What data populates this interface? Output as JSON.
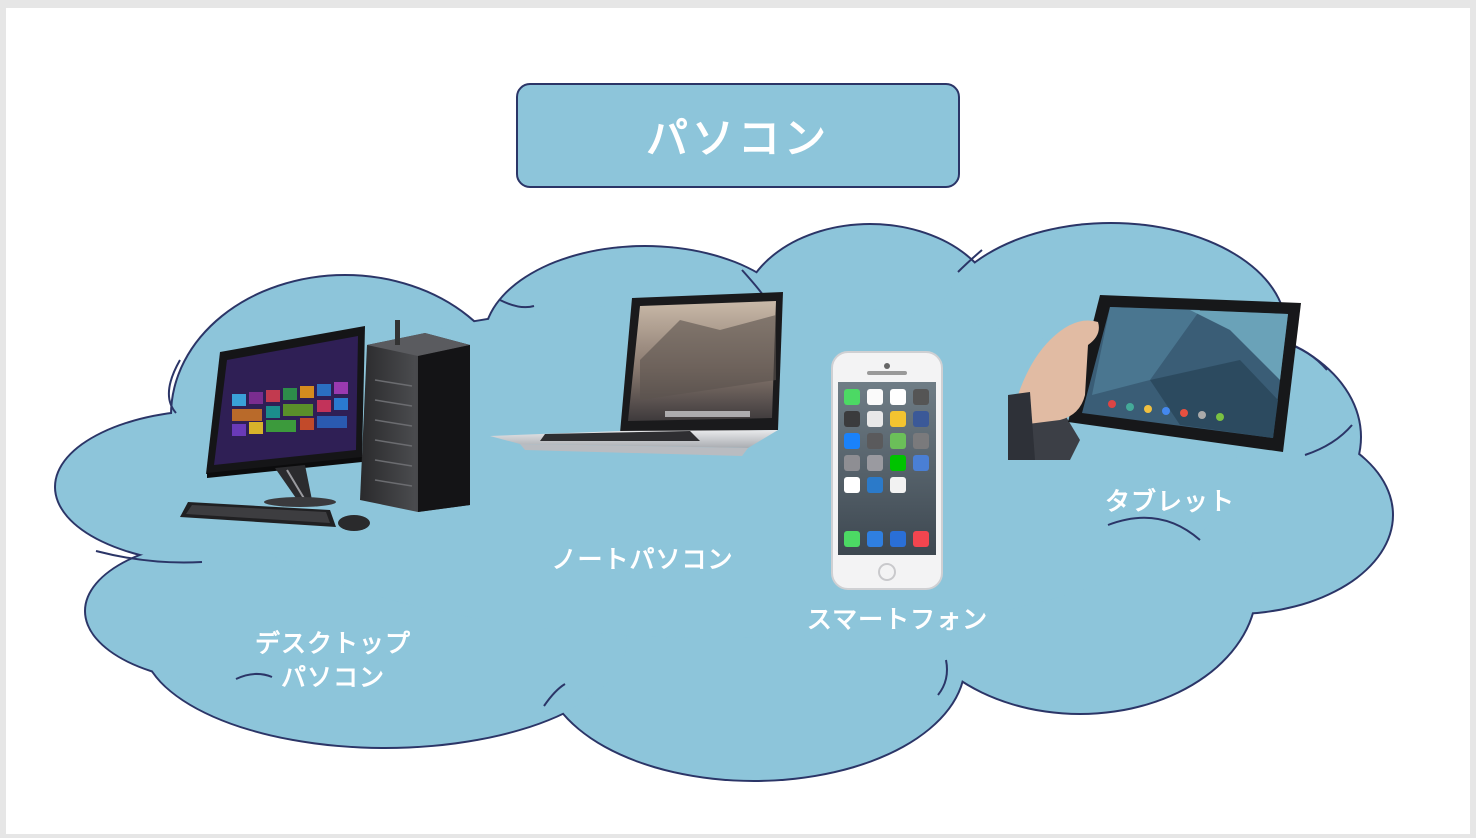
{
  "title": "パソコン",
  "devices": {
    "desktop": {
      "line1": "デスクトップ",
      "line2": "パソコン",
      "icon": "desktop-computer-icon"
    },
    "laptop": {
      "label": "ノートパソコン",
      "icon": "laptop-icon"
    },
    "smartphone": {
      "label": "スマートフォン",
      "icon": "smartphone-icon"
    },
    "tablet": {
      "label": "タブレット",
      "icon": "tablet-icon"
    }
  },
  "colors": {
    "cloud": "#8dc5da",
    "outline": "#2b3567",
    "text": "#ffffff"
  }
}
